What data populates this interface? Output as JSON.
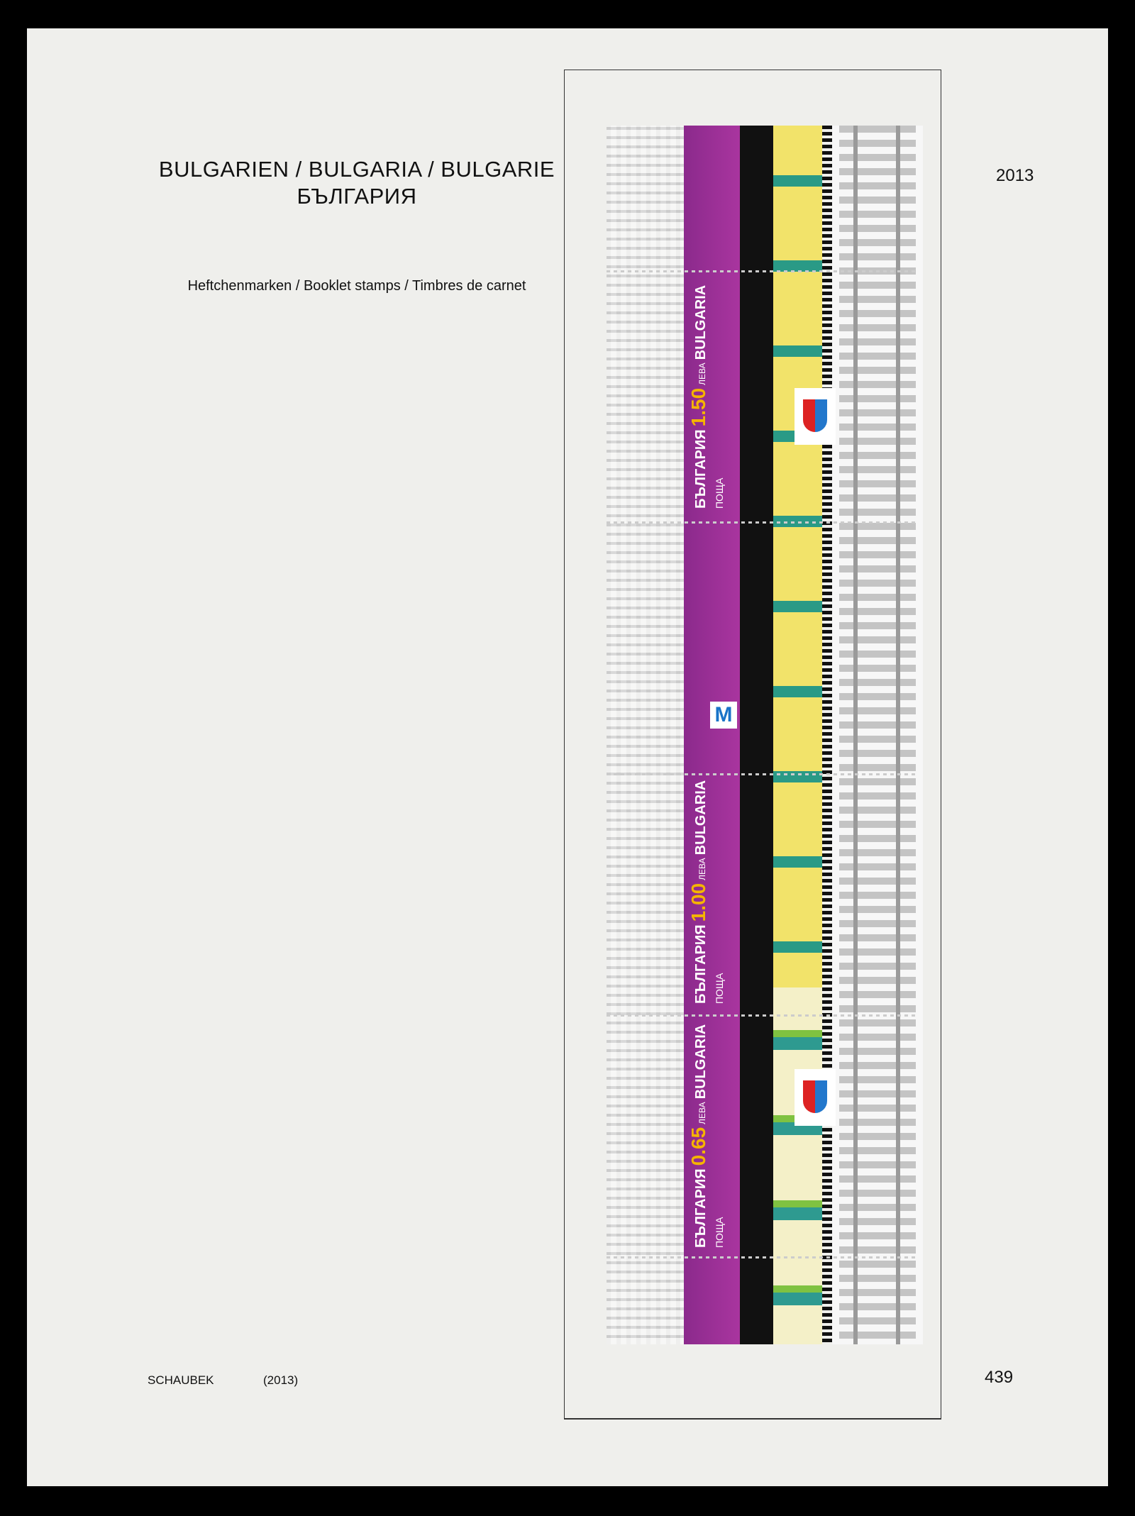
{
  "header": {
    "title_line1": "BULGARIEN / BULGARIA / BULGARIE",
    "title_line2": "БЪЛГАРИЯ",
    "subtitle": "Heftchenmarken / Booklet stamps / Timbres de carnet",
    "year": "2013"
  },
  "footer": {
    "publisher": "SCHAUBEK",
    "edition_year": "(2013)",
    "page_number": "439"
  },
  "stamps": [
    {
      "country_bg": "БЪЛГАРИЯ",
      "value": "1.50",
      "currency": "ЛЕВА",
      "country": "BULGARIA",
      "posta": "ПОЩА"
    },
    {
      "country_bg": "БЪЛГАРИЯ",
      "value": "1.00",
      "currency": "ЛЕВА",
      "country": "BULGARIA",
      "posta": "ПОЩА"
    },
    {
      "country_bg": "БЪЛГАРИЯ",
      "value": "0.65",
      "currency": "ЛЕВА",
      "country": "BULGARIA",
      "posta": "ПОЩА"
    }
  ],
  "metro_logo": "M"
}
